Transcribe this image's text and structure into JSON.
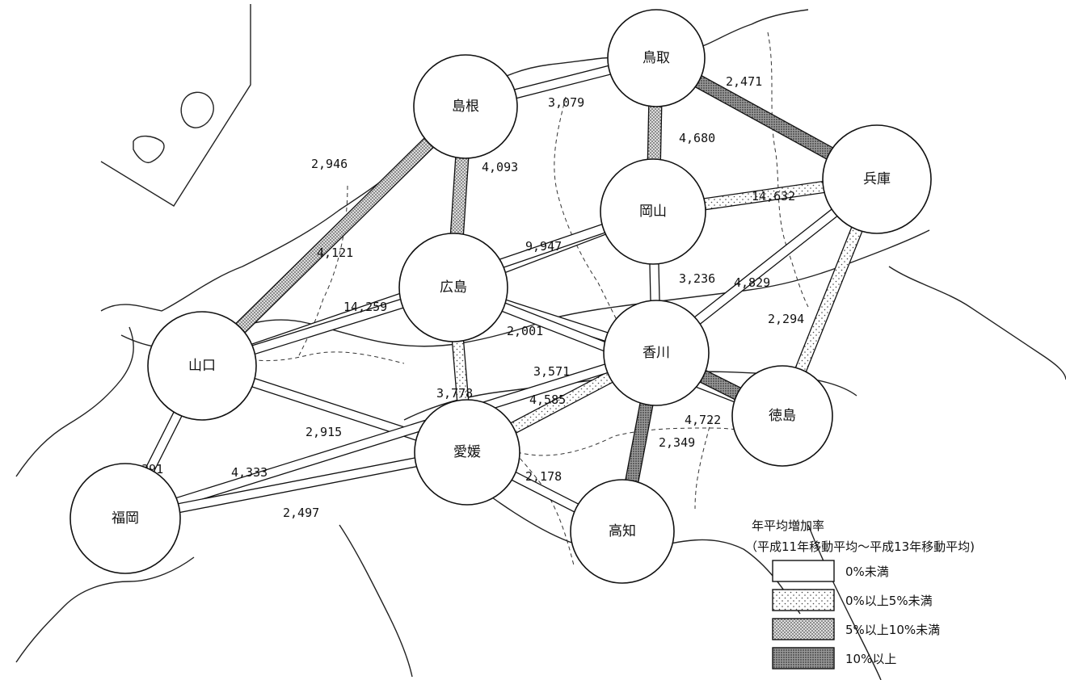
{
  "prefectures": [
    {
      "id": "shimane",
      "name": "島根"
    },
    {
      "id": "tottori",
      "name": "鳥取"
    },
    {
      "id": "hyogo",
      "name": "兵庫"
    },
    {
      "id": "okayama",
      "name": "岡山"
    },
    {
      "id": "hiroshima",
      "name": "広島"
    },
    {
      "id": "yamaguchi",
      "name": "山口"
    },
    {
      "id": "kagawa",
      "name": "香川"
    },
    {
      "id": "tokushima",
      "name": "徳島"
    },
    {
      "id": "ehime",
      "name": "愛媛"
    },
    {
      "id": "kochi",
      "name": "高知"
    },
    {
      "id": "fukuoka",
      "name": "福岡"
    }
  ],
  "flows": [
    {
      "from": "shimane",
      "to": "tottori",
      "value": "3,079",
      "class": 0
    },
    {
      "from": "tottori",
      "to": "hyogo",
      "value": "2,471",
      "class": 3
    },
    {
      "from": "tottori",
      "to": "okayama",
      "value": "4,680",
      "class": 2
    },
    {
      "from": "shimane",
      "to": "yamaguchi",
      "value": "2,946",
      "class": 2
    },
    {
      "from": "shimane",
      "to": "hiroshima",
      "value": "4,093",
      "class": 2
    },
    {
      "from": "okayama",
      "to": "hyogo",
      "value": "14,632",
      "class": 1
    },
    {
      "from": "hiroshima",
      "to": "okayama",
      "value": "9,947",
      "class": 0
    },
    {
      "from": "yamaguchi",
      "to": "okayama",
      "value": "4,121",
      "class": 0
    },
    {
      "from": "yamaguchi",
      "to": "hiroshima",
      "value": "14,259",
      "class": 0
    },
    {
      "from": "okayama",
      "to": "kagawa",
      "value": "3,236",
      "class": 0
    },
    {
      "from": "kagawa",
      "to": "hyogo",
      "value": "4,829",
      "class": 0
    },
    {
      "from": "tokushima",
      "to": "hyogo",
      "value": "2,294",
      "class": 1
    },
    {
      "from": "hiroshima",
      "to": "kagawa",
      "value": "2,001",
      "class": 0
    },
    {
      "from": "hiroshima",
      "to": "tokushima",
      "value": "3,571",
      "class": 0
    },
    {
      "from": "hiroshima",
      "to": "ehime",
      "value": "3,778",
      "class": 1
    },
    {
      "from": "ehime",
      "to": "kagawa",
      "value": "4,585",
      "class": 1
    },
    {
      "from": "kagawa",
      "to": "tokushima",
      "value": "4,722",
      "class": 3
    },
    {
      "from": "kagawa",
      "to": "kochi",
      "value": "2,349",
      "class": 3
    },
    {
      "from": "yamaguchi",
      "to": "ehime",
      "value": "2,915",
      "class": 0
    },
    {
      "from": "yamaguchi",
      "to": "fukuoka",
      "value": "15,391",
      "class": 0
    },
    {
      "from": "fukuoka",
      "to": "kagawa",
      "value": "4,333",
      "class": 0
    },
    {
      "from": "fukuoka",
      "to": "ehime",
      "value": "2,497",
      "class": 0
    },
    {
      "from": "ehime",
      "to": "kochi",
      "value": "2,178",
      "class": 0
    }
  ],
  "legend": {
    "title": "年平均増加率",
    "subtitle": "（平成11年移動平均～平成13年移動平均)",
    "items": [
      {
        "label": "0%未満",
        "class": 0
      },
      {
        "label": "0%以上5%未満",
        "class": 1
      },
      {
        "label": "5%以上10%未満",
        "class": 2
      },
      {
        "label": "10%以上",
        "class": 3
      }
    ]
  }
}
